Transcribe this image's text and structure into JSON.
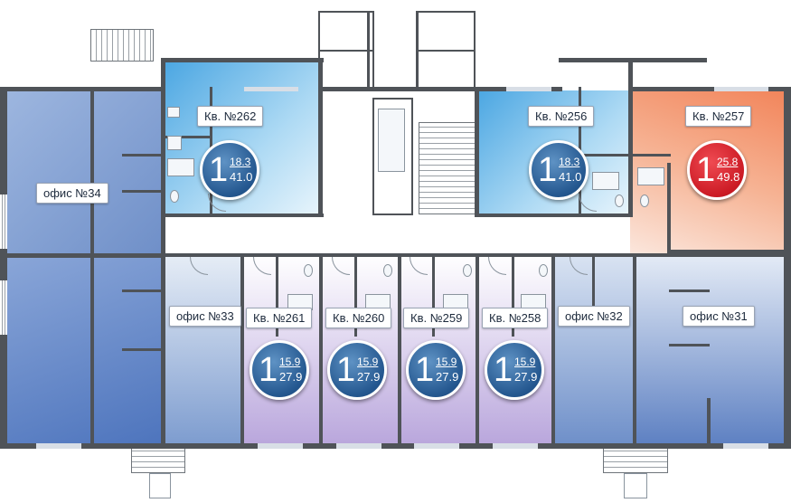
{
  "apartments": [
    {
      "id": "apt-262",
      "label": "Кв. №262",
      "rooms": "1",
      "living": "18.3",
      "total": "41.0",
      "status": "blue"
    },
    {
      "id": "apt-256",
      "label": "Кв. №256",
      "rooms": "1",
      "living": "18.3",
      "total": "41.0",
      "status": "blue"
    },
    {
      "id": "apt-257",
      "label": "Кв. №257",
      "rooms": "1",
      "living": "25.8",
      "total": "49.8",
      "status": "red"
    },
    {
      "id": "apt-261",
      "label": "Кв. №261",
      "rooms": "1",
      "living": "15.9",
      "total": "27.9",
      "status": "blue"
    },
    {
      "id": "apt-260",
      "label": "Кв. №260",
      "rooms": "1",
      "living": "15.9",
      "total": "27.9",
      "status": "blue"
    },
    {
      "id": "apt-259",
      "label": "Кв. №259",
      "rooms": "1",
      "living": "15.9",
      "total": "27.9",
      "status": "blue"
    },
    {
      "id": "apt-258",
      "label": "Кв. №258",
      "rooms": "1",
      "living": "15.9",
      "total": "27.9",
      "status": "blue"
    }
  ],
  "offices": [
    {
      "id": "office-34",
      "label": "офис №34"
    },
    {
      "id": "office-33",
      "label": "офис №33"
    },
    {
      "id": "office-32",
      "label": "офис №32"
    },
    {
      "id": "office-31",
      "label": "офис №31"
    }
  ],
  "colors": {
    "office": "#6f8fc8",
    "apartment_top": "#5aaee6",
    "apartment_studio": "#b9a6dc",
    "apartment_sold": "#ef7a4e",
    "wall": "#4f5358",
    "corridor": "#ffffff"
  }
}
